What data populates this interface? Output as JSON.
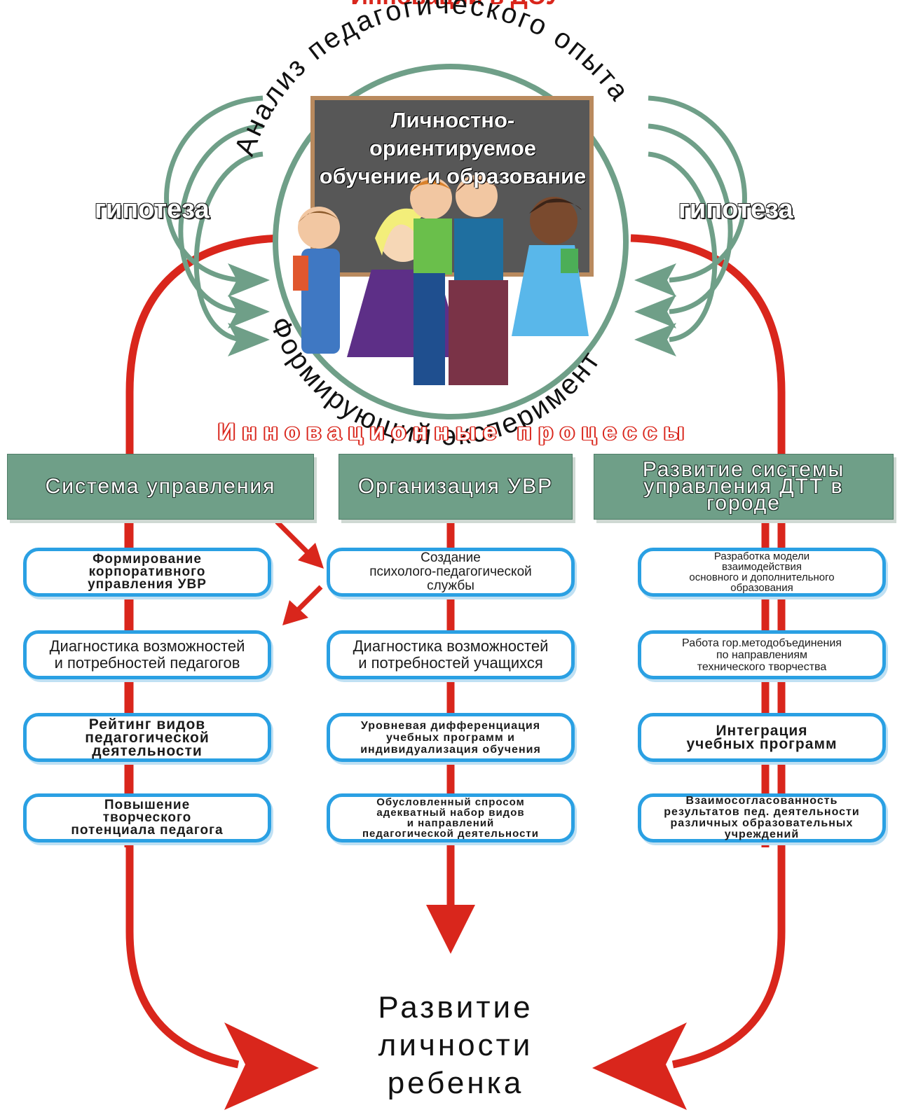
{
  "top_partial_title": "Инновации в ДОУ",
  "circle": {
    "board_title": "Личностно-ориентируемое\nобучение и образование",
    "arc_top": "Анализ педагогического опыта",
    "arc_bottom": "Формирующий эксперимент"
  },
  "hypothesis_left": "гипотеза",
  "hypothesis_right": "гипотеза",
  "innovation_label": "Инновационные процессы",
  "columns": [
    {
      "header": "Система управления",
      "items": [
        "Формирование\nкорпоративного\nуправления УВР",
        "Диагностика возможностей\nи потребностей педагогов",
        "Рейтинг видов\nпедагогической\nдеятельности",
        "Повышение\nтворческого\nпотенциала педагога"
      ]
    },
    {
      "header": "Организация УВР",
      "items": [
        "Создание\nпсихолого-педагогической\nслужбы",
        "Диагностика возможностей\nи потребностей учащихся",
        "Уровневая дифференциация\nучебных программ и\nиндивидуализация обучения",
        "Обусловленный спросом\nадекватный набор видов\nи направлений\nпедагогической деятельности"
      ]
    },
    {
      "header": "Развитие системы\nуправления ДТТ в\nгороде",
      "items": [
        "Разработка модели\nвзаимодействия\nосновного и дополнительного\nобразования",
        "Работа гор.методобъединения\nпо направлениям\nтехнического творчества",
        "Интеграция\nучебных программ",
        "Взаимосогласованность\nрезультатов пед. деятельности\nразличных образовательных\nучреждений"
      ]
    }
  ],
  "result": "Развитие\nличности\nребенка",
  "colors": {
    "red": "#d9261c",
    "green_ring": "#6f9f88",
    "box_border": "#2aa0e3",
    "header_fill": "#6f9f88",
    "board": "#575757"
  }
}
